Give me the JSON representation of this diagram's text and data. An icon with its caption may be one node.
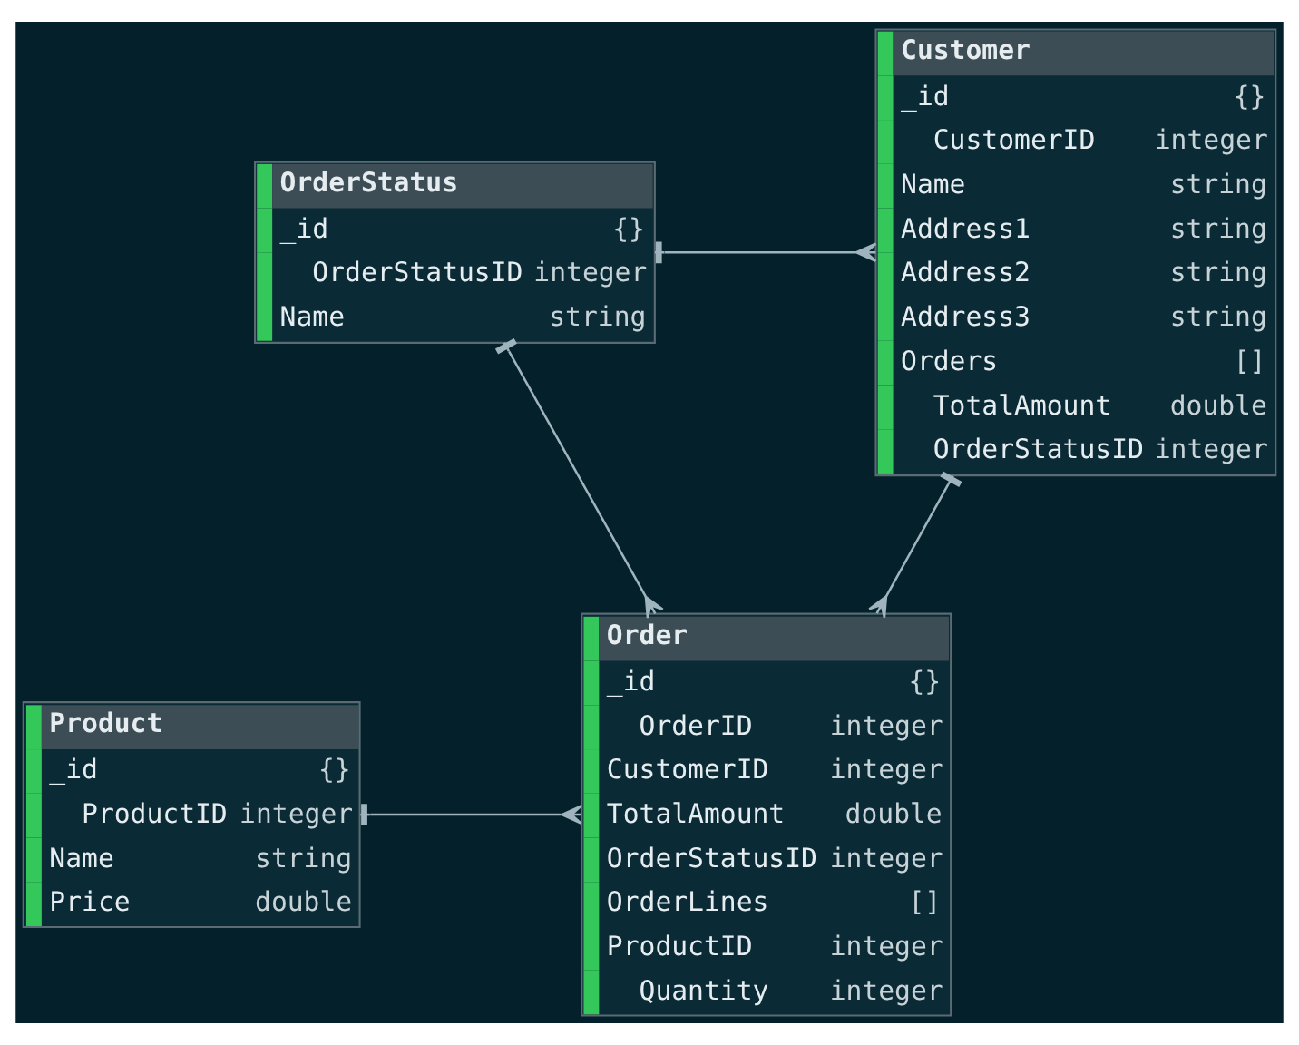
{
  "diagram": {
    "nodes": [
      {
        "text": [
          "OrderStatus",
          "_id",
          "{}",
          "OrderStatusID",
          "integer",
          "Name",
          "string"
        ]
      },
      {
        "text": [
          "Customer",
          "_id",
          "{}",
          "CustomerID",
          "integer",
          "Name",
          "string",
          "Address1",
          "string",
          "Address2",
          "string",
          "Address3",
          "string",
          "Orders",
          "[]",
          "TotalAmount",
          "double",
          "OrderStatusID",
          "integer"
        ]
      },
      {
        "text": [
          "Order",
          "_id",
          "{}",
          "OrderID",
          "integer",
          "CustomerID",
          "integer",
          "TotalAmount",
          "double",
          "OrderStatusID",
          "integer",
          "OrderLines",
          "[]",
          "ProductID",
          "integer",
          "Quantity",
          "integer"
        ]
      },
      {
        "text": [
          "Product",
          "_id",
          "{}",
          "ProductID",
          "integer",
          "Name",
          "string",
          "Price",
          "double"
        ]
      }
    ],
    "edges": [
      {
        "from": 0,
        "to": 1,
        "arrow": "other"
      },
      {
        "from": 0,
        "to": 2,
        "arrow": "other"
      },
      {
        "from": 1,
        "to": 2,
        "arrow": "other"
      },
      {
        "from": 3,
        "to": 2,
        "arrow": "other"
      }
    ]
  }
}
